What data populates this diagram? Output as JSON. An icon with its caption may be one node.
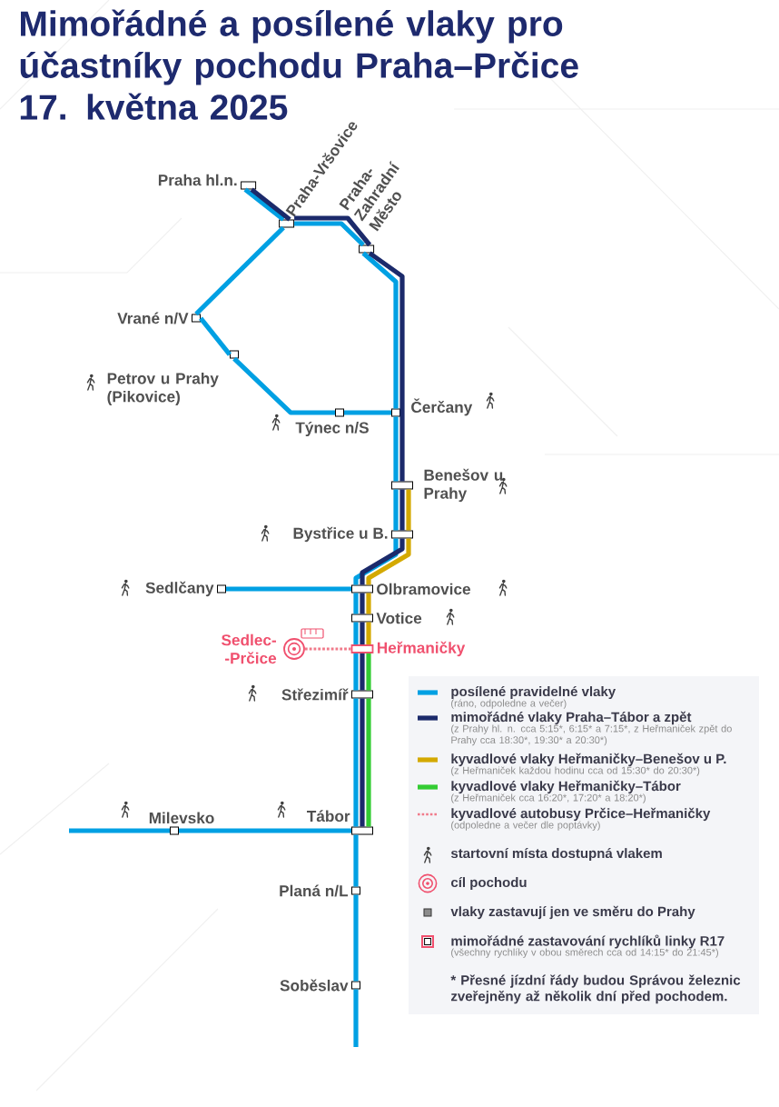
{
  "diagram": {
    "title": "Mimořádné a posílené vlaky pro účastníky pochodu Praha–Prčice 17. května 2025",
    "nodes": [
      {
        "text": [
          "Praha hl.n."
        ]
      },
      {
        "text": [
          "Praha-Vršovice"
        ]
      },
      {
        "text": [
          "Praha- Zahradní Město"
        ]
      },
      {
        "text": [
          "Vrané n/V"
        ]
      },
      {
        "text": [
          "Petrov u Prahy (Pikovice)"
        ]
      },
      {
        "text": [
          "Týnec n/S"
        ]
      },
      {
        "text": [
          "Čerčany"
        ]
      },
      {
        "text": [
          "Benešov u Prahy"
        ]
      },
      {
        "text": [
          "Bystřice u B."
        ]
      },
      {
        "text": [
          "Sedlčany"
        ]
      },
      {
        "text": [
          "Olbramovice"
        ]
      },
      {
        "text": [
          "Votice"
        ]
      },
      {
        "text": [
          "Heřmaničky"
        ]
      },
      {
        "text": [
          "Sedlec- -Prčice"
        ]
      },
      {
        "text": [
          "Střezimíř"
        ]
      },
      {
        "text": [
          "Milevsko"
        ]
      },
      {
        "text": [
          "Tábor"
        ]
      },
      {
        "text": [
          "Planá n/L"
        ]
      },
      {
        "text": [
          "Soběslav"
        ]
      }
    ],
    "edges": [
      {
        "from": 0,
        "to": 1,
        "arrow": "none"
      },
      {
        "from": 1,
        "to": 2,
        "arrow": "none"
      },
      {
        "from": 2,
        "to": 6,
        "arrow": "none"
      },
      {
        "from": 1,
        "to": 3,
        "arrow": "none"
      },
      {
        "from": 3,
        "to": 4,
        "arrow": "none"
      },
      {
        "from": 4,
        "to": 5,
        "arrow": "none"
      },
      {
        "from": 5,
        "to": 6,
        "arrow": "none"
      },
      {
        "from": 6,
        "to": 7,
        "arrow": "none"
      },
      {
        "from": 7,
        "to": 8,
        "arrow": "none"
      },
      {
        "from": 8,
        "to": 10,
        "arrow": "none"
      },
      {
        "from": 9,
        "to": 10,
        "arrow": "none"
      },
      {
        "from": 10,
        "to": 11,
        "arrow": "none"
      },
      {
        "from": 11,
        "to": 12,
        "arrow": "none"
      },
      {
        "from": 12,
        "to": 14,
        "arrow": "none"
      },
      {
        "from": 14,
        "to": 16,
        "arrow": "none"
      },
      {
        "from": 15,
        "to": 16,
        "arrow": "none"
      },
      {
        "from": null,
        "to": 15,
        "arrow": "none"
      },
      {
        "from": 16,
        "to": 17,
        "arrow": "none"
      },
      {
        "from": 17,
        "to": 18,
        "arrow": "none"
      },
      {
        "from": 18,
        "to": null,
        "arrow": "none"
      },
      {
        "from": 0,
        "to": 1,
        "arrow": "none",
        "color": "#1b2a6b"
      },
      {
        "from": 1,
        "to": 2,
        "arrow": "none",
        "color": "#1b2a6b"
      },
      {
        "from": 2,
        "to": 7,
        "arrow": "none",
        "color": "#1b2a6b"
      },
      {
        "from": 7,
        "to": 8,
        "arrow": "none",
        "color": "#1b2a6b"
      },
      {
        "from": 8,
        "to": 10,
        "arrow": "none",
        "color": "#1b2a6b"
      },
      {
        "from": 10,
        "to": 11,
        "arrow": "none",
        "color": "#1b2a6b"
      },
      {
        "from": 11,
        "to": 12,
        "arrow": "none",
        "color": "#1b2a6b"
      },
      {
        "from": 12,
        "to": 14,
        "arrow": "none",
        "color": "#1b2a6b"
      },
      {
        "from": 14,
        "to": 16,
        "arrow": "none",
        "color": "#1b2a6b"
      },
      {
        "from": 7,
        "to": 8,
        "arrow": "none",
        "color": "#d4a900"
      },
      {
        "from": 8,
        "to": 10,
        "arrow": "none",
        "color": "#d4a900"
      },
      {
        "from": 10,
        "to": 11,
        "arrow": "none",
        "color": "#d4a900"
      },
      {
        "from": 11,
        "to": 12,
        "arrow": "none",
        "color": "#d4a900"
      },
      {
        "from": 12,
        "to": 14,
        "arrow": "none",
        "color": "#33cc33"
      },
      {
        "from": 14,
        "to": 16,
        "arrow": "none",
        "color": "#33cc33"
      },
      {
        "from": 13,
        "to": 12,
        "arrow": "none",
        "color": "#f07a8a",
        "style": "dashed"
      }
    ],
    "labels": [
      "(ráno, odpoledne a večer)",
      "(z Prahy hl. n. cca 5:15*, 6:15* a 7:15*, z Heřmaniček zpět do Prahy cca 18:30*, 19:30* a 20:30*)",
      "(z Heřmaniček každou hodinu cca od 15:30* do 20:30*)",
      "(z Heřmaniček cca 16:20*, 17:20* a 18:20*)",
      "(odpoledne a večer dle poptávky)",
      "(všechny rychlíky v obou směrech cca od 14:15* do 21:45*)",
      "* Přesné jízdní řády budou Správou železnic zveřejněny až několik dní před pochodem."
    ],
    "legend": [
      {
        "text": "posílené pravidelné vlaky",
        "color": "#00a0e3"
      },
      {
        "text": "mimořádné vlaky Praha–Tábor a zpět",
        "color": "#1b2a6b"
      },
      {
        "text": "kyvadlové vlaky Heřmaničky–Benešov u P.",
        "color": "#d4a900"
      },
      {
        "text": "kyvadlové vlaky Heřmaničky–Tábor",
        "color": "#33cc33"
      },
      {
        "text": "kyvadlové autobusy Prčice–Heřmaničky"
      },
      {
        "text": "startovní místa dostupná vlakem"
      },
      {
        "text": "cíl pochodu"
      },
      {
        "text": "vlaky zastavují jen ve směru do Prahy"
      },
      {
        "text": "mimořádné zastavování rychlíků linky R17"
      }
    ]
  }
}
